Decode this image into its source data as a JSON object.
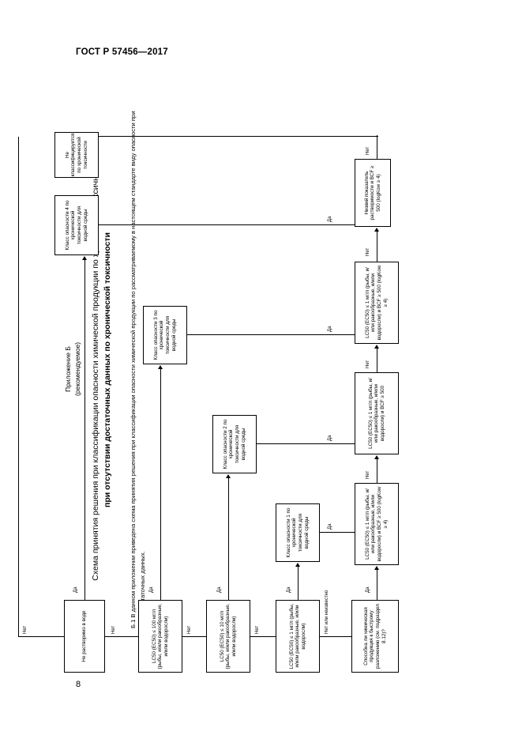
{
  "document": {
    "header": "ГОСТ Р 57456—2017",
    "page_number": "8"
  },
  "appendix": {
    "line1": "Приложение Б",
    "line2": "(рекомендуемое)"
  },
  "title": {
    "line1": "Схема принятия решения при классификации опасности химической продукции по хронической токсичности",
    "line2": "при отсутствии достаточных данных по хронической токсичности"
  },
  "paragraph": {
    "text": "Б.1 В данном приложении приведена схема принятия решения при классификации опасности химической продукции по рассматриваемому в настоящем стандарте виду опасности при отсутствии достаточных данных."
  },
  "flowchart": {
    "type": "decision-flowchart",
    "nodes": [
      {
        "id": "n1",
        "kind": "decision",
        "text": "Способна ли химическая продукция к быстрому разложению (см. подраздел 8.12)?"
      },
      {
        "id": "n2",
        "kind": "decision",
        "text": "LC50 (EC50) ≤ 1 мг/л (рыбы, и/или ракообразные, и/или водоросли) и BCF ≥ 500 (logKow ≥ 4)"
      },
      {
        "id": "n3",
        "kind": "decision",
        "text": "LC50 (EC50) ≤ 1 мг/л (рыбы, и/или ракообразные, и/или водоросли) и BCF ≥ 500"
      },
      {
        "id": "n4",
        "kind": "decision",
        "text": "LC50 (EC50) ≤ 1 мг/л (рыбы, и/или ракообразные, и/или водоросли) и BCF ≥ 500 (logKow ≥ 4)"
      },
      {
        "id": "n5",
        "kind": "decision",
        "text": "Низкий показатель растворимости и BCF ≥ 500 (logKow ≥ 4)"
      },
      {
        "id": "n6",
        "kind": "decision",
        "text": "LC50 (EC50) ≤ 1 мг/л (рыбы, и/или ракообразные, и/или водоросли)"
      },
      {
        "id": "n7",
        "kind": "decision",
        "text": "LC50 (EC50) ≤ 10 мг/л (рыбы, и/или ракообразные, и/или водоросли)"
      },
      {
        "id": "n8",
        "kind": "decision",
        "text": "LC50 (EC50) ≤ 100 мг/л (рыбы, и/или ракообразные, и/или водоросли)"
      },
      {
        "id": "n9",
        "kind": "decision",
        "text": "Не растворимо в воде"
      },
      {
        "id": "r1",
        "kind": "result",
        "text": "Класс опасности 1 по хронической токсичности для водной среды"
      },
      {
        "id": "r2",
        "kind": "result",
        "text": "Класс опасности 2 по хронической токсичности для водной среды"
      },
      {
        "id": "r3",
        "kind": "result",
        "text": "Класс опасности 3 по хронической токсичности для водной среды"
      },
      {
        "id": "r4",
        "kind": "result",
        "text": "Класс опасности 4 по хронической токсичности для водной среды"
      },
      {
        "id": "r5",
        "kind": "result",
        "text": "Не классифицируется по хронической токсичности"
      }
    ],
    "edge_labels": {
      "yes": "Да",
      "no": "Нет",
      "no_or_unknown": "Нет или неизвестно"
    }
  }
}
